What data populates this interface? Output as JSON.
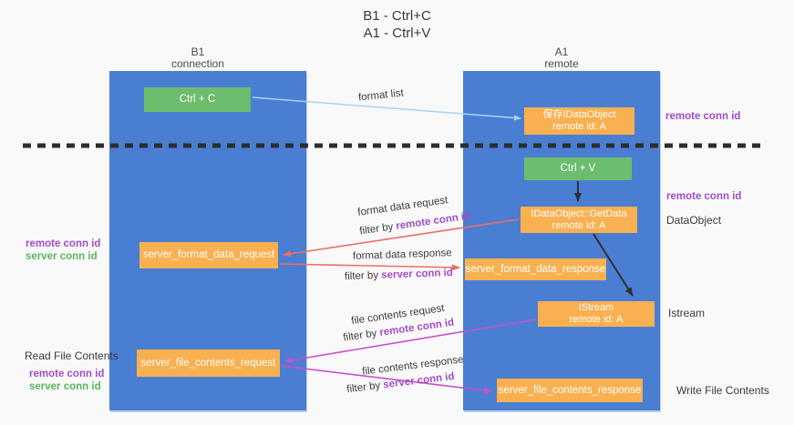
{
  "title": {
    "line1": "B1 - Ctrl+C",
    "line2": "A1 - Ctrl+V"
  },
  "lanes": {
    "left": {
      "header_line1": "B1",
      "header_line2": "connection"
    },
    "right": {
      "header_line1": "A1",
      "header_line2": "remote"
    }
  },
  "nodes": {
    "ctrl_c": {
      "label": "Ctrl + C"
    },
    "ctrl_v": {
      "label": "Ctrl + V"
    },
    "save_dataobject": {
      "line1": "保存IDataObject",
      "line2": "remote id: A"
    },
    "getdata": {
      "line1": "IDataObject::GetData",
      "line2": "remote id: A"
    },
    "istream": {
      "line1": "IStream",
      "line2": "remote id: A"
    },
    "server_format_data_request": {
      "label": "server_format_data_request"
    },
    "server_format_data_response": {
      "label": "server_format_data_response"
    },
    "server_file_contents_request": {
      "label": "server_file_contents_request"
    },
    "server_file_contents_response": {
      "label": "server_file_contents_response"
    }
  },
  "edges": {
    "format_list": {
      "label": "format list"
    },
    "format_data_request": {
      "label": "format data request",
      "filter_prefix": "filter by ",
      "filter_id": "remote conn id"
    },
    "format_data_response": {
      "label": "format data response",
      "filter_prefix": "filter by ",
      "filter_id": "server conn id"
    },
    "file_contents_request": {
      "label": "file contents request",
      "filter_prefix": "filter by ",
      "filter_id": "remote conn id"
    },
    "file_contents_response": {
      "label": "file contents response",
      "filter_prefix": "filter by ",
      "filter_id": "server conn id"
    }
  },
  "side_labels": {
    "right_top_remote_conn_id": "remote conn id",
    "right_mid_remote_conn_id": "remote conn id",
    "dataobject": "DataObject",
    "istream": "Istream",
    "write_file_contents": "Write File Contents",
    "left_mid_remote_conn_id": "remote conn id",
    "left_mid_server_conn_id": "server conn id",
    "read_file_contents": "Read File Contents",
    "left_bottom_remote_conn_id": "remote conn id",
    "left_bottom_server_conn_id": "server conn id"
  },
  "colors": {
    "lane_blue": "#4a7ed2",
    "box_green": "#6dbd6e",
    "box_orange": "#f9b050",
    "label_purple": "#a14ec4",
    "label_green": "#5cb45c",
    "arrow_red": "#eb6e64",
    "arrow_magenta": "#c850c8",
    "arrow_lightblue": "#a9d3f2",
    "arrow_black": "#2f2f2f"
  }
}
